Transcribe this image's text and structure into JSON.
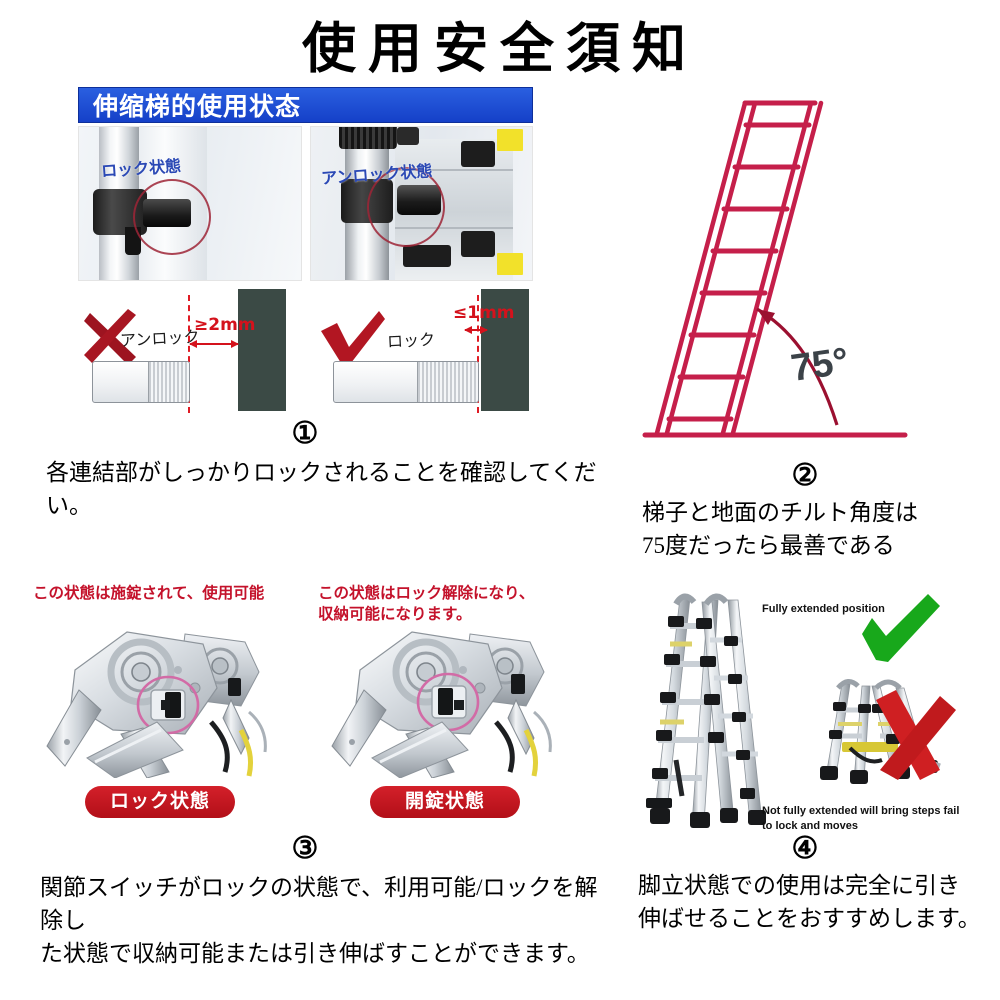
{
  "title": "使用安全須知",
  "panel1": {
    "banner": "伸缩梯的使用状态",
    "photo_left_label": "ロック状態",
    "photo_right_label": "アンロック状態",
    "bad_label": "アンロック",
    "bad_measure": "≥2mm",
    "good_label": "ロック",
    "good_measure": "≤1mm",
    "step_number": "①",
    "caption": "各連結部がしっかりロックされることを確認してくだい。"
  },
  "panel2": {
    "angle_label": "75°",
    "step_number": "②",
    "caption": "梯子と地面のチルト角度は\n75度だったら最善である"
  },
  "panel3": {
    "left_note": "この状態は施錠されて、使用可能",
    "right_note": "この状態はロック解除になり、\n収納可能になります。",
    "left_pill": "ロック状態",
    "right_pill": "開錠状態",
    "step_number": "③",
    "caption": "関節スイッチがロックの状態で、利用可能/ロックを解除し\nた状態で収納可能または引き伸ばすことができます。"
  },
  "panel4": {
    "good_text": "Fully extended position",
    "bad_text": "Not fully extended will bring steps fail\nto lock and moves",
    "step_number": "④",
    "caption": "脚立状態での使用は完全に引き\n伸ばせることをおすすめします。"
  },
  "colors": {
    "banner_blue": "#1540c8",
    "pill_red": "#c4122b",
    "ladder_crimson": "#c51f4a",
    "warning_red": "#d4121c",
    "check_green": "#18a81b",
    "wall_gray": "#3b4a45",
    "photo_label_blue": "#2b49b5"
  }
}
